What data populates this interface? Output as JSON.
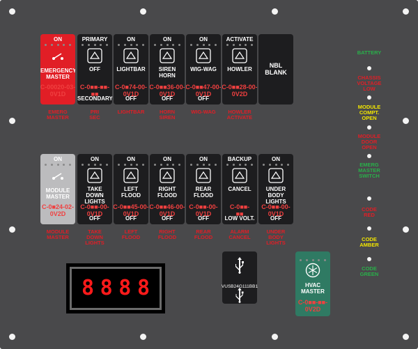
{
  "row1": [
    {
      "key": "emerg",
      "style": "red",
      "top": "ON",
      "mid": "EMERGENCY\nMASTER",
      "code": "C-00020-03-\n0V1D",
      "label": "EMERG\nMASTER"
    },
    {
      "key": "pri",
      "style": "black",
      "top": "PRIMARY",
      "mid": "OFF",
      "bot": "SECONDARY",
      "code": "C-0■■-■■-\n■■",
      "label": "PRI\nSEC"
    },
    {
      "key": "lightbar",
      "style": "black",
      "top": "ON",
      "mid": "LIGHTBAR",
      "bot": "OFF",
      "code": "C-0■74-00-\n0V1D",
      "label": "LIGHTBAR"
    },
    {
      "key": "horn",
      "style": "black",
      "top": "ON",
      "mid": "SIREN\nHORN",
      "bot": "OFF",
      "code": "C-0■■36-00-\n0V1D",
      "label": "HORN\nSIREN"
    },
    {
      "key": "wigwag",
      "style": "black",
      "top": "ON",
      "mid": "WIG-WAG",
      "bot": "OFF",
      "code": "C-0■■47-00-\n0V1D",
      "label": "WIG-WAG"
    },
    {
      "key": "howler",
      "style": "black",
      "top": "ACTIVATE",
      "mid": "HOWLER",
      "code": "C-0■■28-00-\n0V2D",
      "label": "HOWLER\nACTIVATE"
    },
    {
      "key": "nbl",
      "style": "blank",
      "mid": "NBL\nBLANK"
    }
  ],
  "row2": [
    {
      "key": "module",
      "style": "grey",
      "top": "ON",
      "mid": "MODULE\nMASTER",
      "code": "C-0■24-02-\n0V2D",
      "label": "MODULE\nMASTER"
    },
    {
      "key": "takedown",
      "style": "black",
      "top": "ON",
      "mid": "TAKE\nDOWN\nLIGHTS",
      "bot": "OFF",
      "code": "C-0■■-00-\n0V1D",
      "label": "TAKE\nDOWN\nLIGHTS"
    },
    {
      "key": "leftflood",
      "style": "black",
      "top": "ON",
      "mid": "LEFT\nFLOOD",
      "bot": "OFF",
      "code": "C-0■■45-00-\n0V1D",
      "label": "LEFT\nFLOOD"
    },
    {
      "key": "rightflood",
      "style": "black",
      "top": "ON",
      "mid": "RIGHT\nFLOOD",
      "bot": "OFF",
      "code": "C-0■■46-00-\n0V1D",
      "label": "RIGHT\nFLOOD"
    },
    {
      "key": "rearflood",
      "style": "black",
      "top": "ON",
      "mid": "REAR\nFLOOD",
      "bot": "OFF",
      "code": "C-0■■-00-\n0V1D",
      "label": "REAR\nFLOOD"
    },
    {
      "key": "alarm",
      "style": "black",
      "top": "BACKUP",
      "mid": "CANCEL",
      "bot": "LOW VOLT.",
      "code": "C-0■■-\n■■",
      "label": "ALARM\nCANCEL"
    },
    {
      "key": "underbody",
      "style": "black",
      "top": "ON",
      "mid": "UNDER\nBODY\nLIGHTS",
      "bot": "OFF",
      "code": "C-0■■-00-\n0V1D",
      "label": "UNDER\nBODY\nLIGHTS"
    }
  ],
  "indicators": [
    {
      "text": "BATTERY",
      "color": "#29b04a"
    },
    {
      "text": "CHASSIS\nVOLTAGE\nLOW",
      "color": "#e11e26"
    },
    {
      "text": "MODULE\nCOMPT.\nOPEN",
      "color": "#f2e600"
    },
    {
      "text": "MODULE\nDOOR\nOPEN",
      "color": "#e11e26"
    },
    {
      "text": "EMERG\nMASTER\nSWITCH",
      "color": "#29b04a"
    },
    {
      "text": "CODE\nRED",
      "color": "#e11e26"
    },
    {
      "text": "CODE\nAMBER",
      "color": "#f2e600"
    },
    {
      "text": "CODE\nGREEN",
      "color": "#29b04a"
    }
  ],
  "display": {
    "digits": [
      "8",
      "8",
      "8",
      "8"
    ],
    "color": "#ff1a1a"
  },
  "usb": {
    "model": "VUSB24G111BB1",
    "icon": "usb-icon"
  },
  "hvac": {
    "mid": "HVAC\nMASTER",
    "code": "C-0■■-■■-\n0V2D"
  },
  "colors": {
    "panel": "#49494b",
    "red": "#e11e26",
    "green": "#29b04a",
    "yellow": "#f2e600"
  }
}
